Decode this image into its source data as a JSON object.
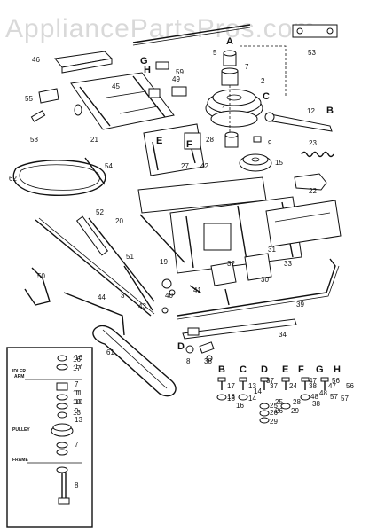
{
  "watermark": "AppliancePartsPros.com",
  "part_numbers": [
    "1",
    "2",
    "3",
    "5",
    "7",
    "8",
    "9",
    "10",
    "11",
    "12",
    "13",
    "14",
    "15",
    "16",
    "17",
    "18",
    "19",
    "20",
    "21",
    "22",
    "23",
    "25",
    "26",
    "27",
    "28",
    "29",
    "30",
    "31",
    "32",
    "33",
    "34",
    "37",
    "38",
    "39",
    "40",
    "41",
    "42",
    "43",
    "44",
    "45",
    "46",
    "47",
    "48",
    "49",
    "50",
    "51",
    "52",
    "53",
    "54",
    "55",
    "56",
    "57",
    "58",
    "59",
    "61",
    "62"
  ],
  "view_letters": [
    "A",
    "B",
    "C",
    "D",
    "E",
    "F",
    "G",
    "H"
  ],
  "inset": {
    "idler_label_1": "IDLER",
    "idler_label_2": "ARM",
    "pulley_label": "PULLEY",
    "frame_label": "FRAME"
  },
  "stack_numbers": [
    "16",
    "17",
    "7",
    "11",
    "10",
    "9",
    "13",
    "7",
    "8"
  ],
  "hardware_row": {
    "letters": [
      "B",
      "C",
      "D",
      "E",
      "F",
      "G",
      "H"
    ],
    "numbers": [
      "17",
      "13",
      "37",
      "24",
      "38",
      "47",
      "56",
      "18",
      "14",
      "57",
      "48",
      "29",
      "25",
      "26",
      "16",
      "38",
      "28"
    ]
  }
}
